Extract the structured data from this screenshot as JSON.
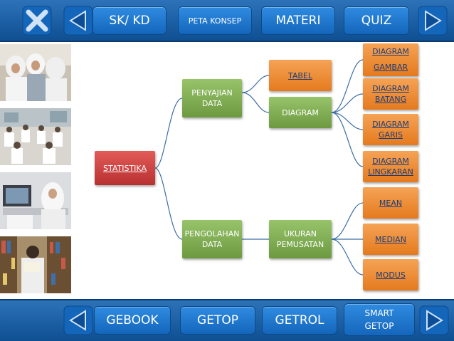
{
  "nav_top": {
    "sk_kd": "SK/ KD",
    "peta_konsep": "PETA KONSEP",
    "materi": "MATERI",
    "quiz": "QUIZ"
  },
  "nav_bottom": {
    "gebook": "GEBOOK",
    "getop": "GETOP",
    "getrol": "GETROL",
    "smart_line1": "SMART",
    "smart_line2": "GETOP"
  },
  "icons": {
    "close": "close-icon",
    "prev": "triangle-left-icon",
    "next": "triangle-right-icon"
  },
  "concept_map": {
    "root": "STATISTIKA",
    "penyajian": {
      "line1": "PENYAJIAN",
      "line2": "DATA"
    },
    "pengolahan": {
      "line1": "PENGOLAHAN",
      "line2": "DATA"
    },
    "tabel": "TABEL",
    "diagram": "DIAGRAM",
    "ukuran": {
      "line1": "UKURAN",
      "line2": "PEMUSATAN"
    },
    "diagram_gambar": {
      "line1": "DIAGRAM",
      "line2": "GAMBAR"
    },
    "diagram_batang": {
      "line1": "DIAGRAM",
      "line2": "BATANG"
    },
    "diagram_garis": {
      "line1": "DIAGRAM",
      "line2": "GARIS"
    },
    "diagram_lingkaran": {
      "line1": "DIAGRAM",
      "line2": "LINGKARAN"
    },
    "mean": "MEAN",
    "median": "MEDIAN",
    "modus": "MODUS"
  },
  "colors": {
    "bar": "#1a5ea8",
    "button": "#1d74cc",
    "root": "#c0392b",
    "level1": "#7fad52",
    "leaf": "#f08a2c",
    "link": "#3a6ea5"
  }
}
